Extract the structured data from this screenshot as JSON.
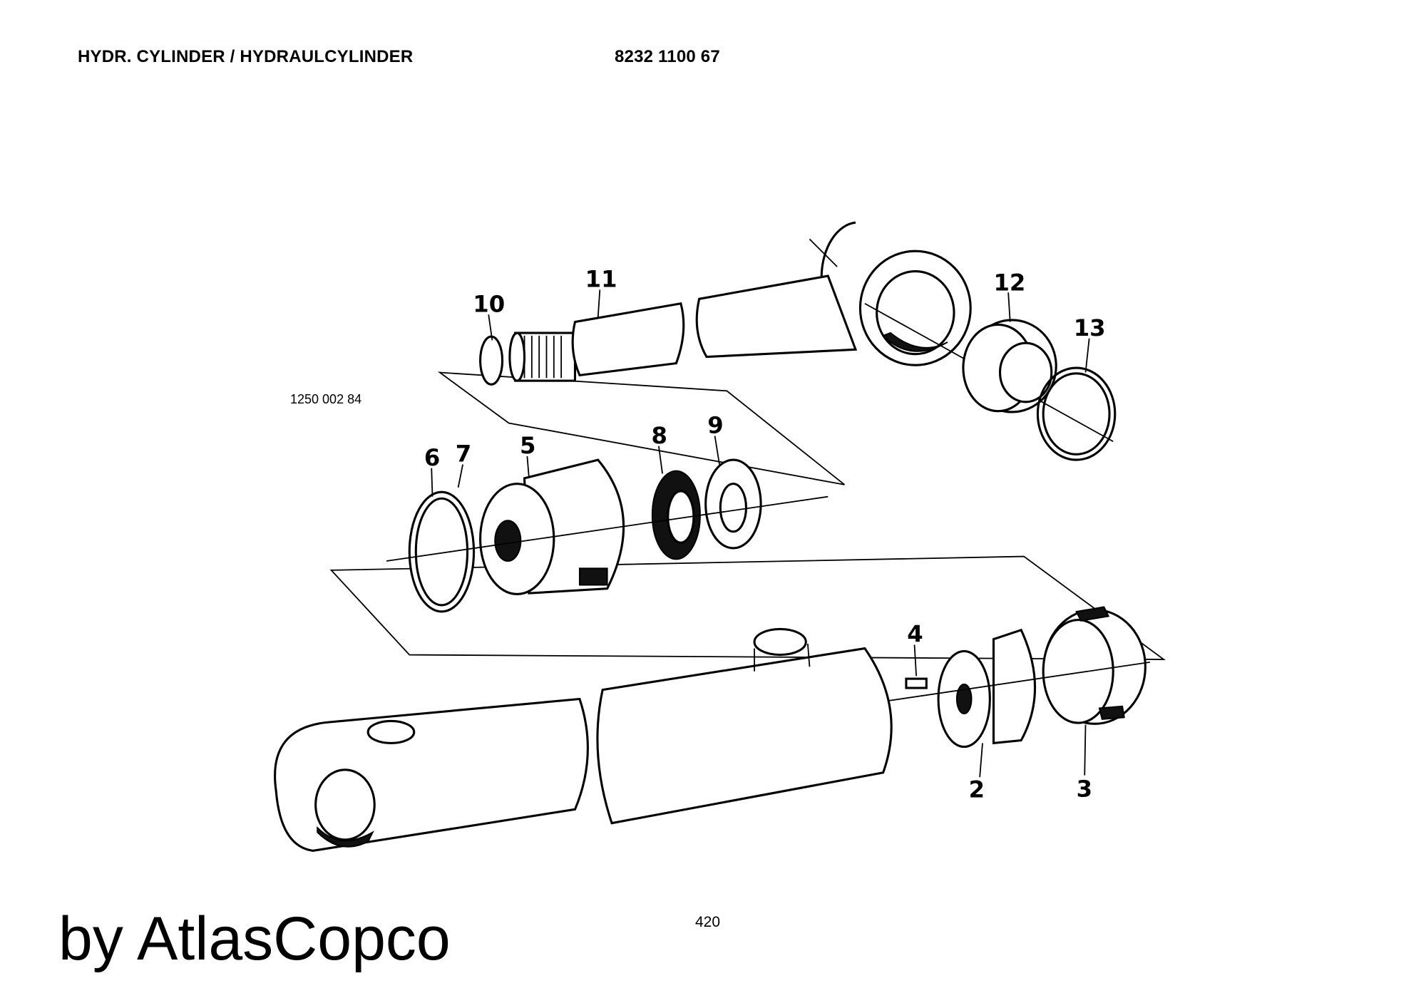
{
  "header": {
    "title": "HYDR. CYLINDER / HYDRAULCYLINDER",
    "part_number": "8232 1100 67"
  },
  "drawing": {
    "reference_number": "1250 002 84",
    "callouts": [
      "2",
      "3",
      "4",
      "5",
      "6",
      "7",
      "8",
      "9",
      "10",
      "11",
      "12",
      "13"
    ]
  },
  "footer": {
    "page_number": "420",
    "brand": "by AtlasCopco"
  }
}
